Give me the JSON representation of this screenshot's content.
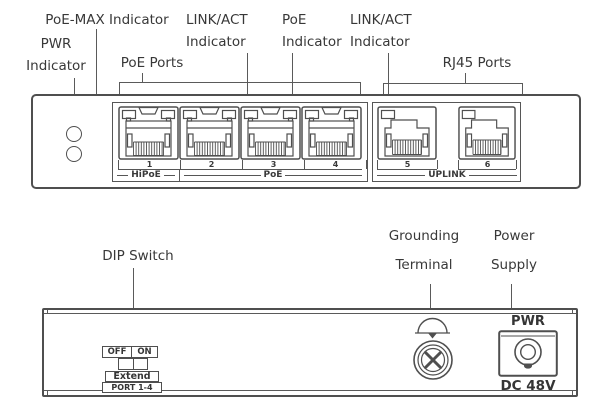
{
  "colors": {
    "line": "#4f4f4f",
    "leader": "#5a5a5a",
    "text": "#383838",
    "background": "#ffffff"
  },
  "front_panel": {
    "callouts": {
      "pwr": {
        "line1": "PWR",
        "line2": "Indicator"
      },
      "poe_max": {
        "line1": "PoE-MAX Indicator"
      },
      "poe_ports": {
        "line1": "PoE Ports"
      },
      "link_act_1": {
        "line1": "LINK/ACT",
        "line2": "Indicator"
      },
      "poe_ind": {
        "line1": "PoE",
        "line2": "Indicator"
      },
      "link_act_2": {
        "line1": "LINK/ACT",
        "line2": "Indicator"
      },
      "rj45_ports": {
        "line1": "RJ45 Ports"
      }
    },
    "ports": [
      {
        "number": "1",
        "leds": 2
      },
      {
        "number": "2",
        "leds": 2
      },
      {
        "number": "3",
        "leds": 2
      },
      {
        "number": "4",
        "leds": 2
      },
      {
        "number": "5",
        "leds": 1
      },
      {
        "number": "6",
        "leds": 1
      }
    ],
    "port_groups": [
      {
        "label": "HiPoE"
      },
      {
        "label": "PoE"
      },
      {
        "label": "UPLINK"
      }
    ]
  },
  "rear_panel": {
    "callouts": {
      "dip_switch": {
        "line1": "DIP Switch"
      },
      "grounding": {
        "line1": "Grounding",
        "line2": "Terminal"
      },
      "power": {
        "line1": "Power",
        "line2": "Supply"
      }
    },
    "dip": {
      "off": "OFF",
      "on": "ON",
      "extend": "Extend",
      "port_range": "PORT 1-4"
    },
    "power_jack": {
      "label": "PWR",
      "voltage": "DC 48V"
    }
  }
}
